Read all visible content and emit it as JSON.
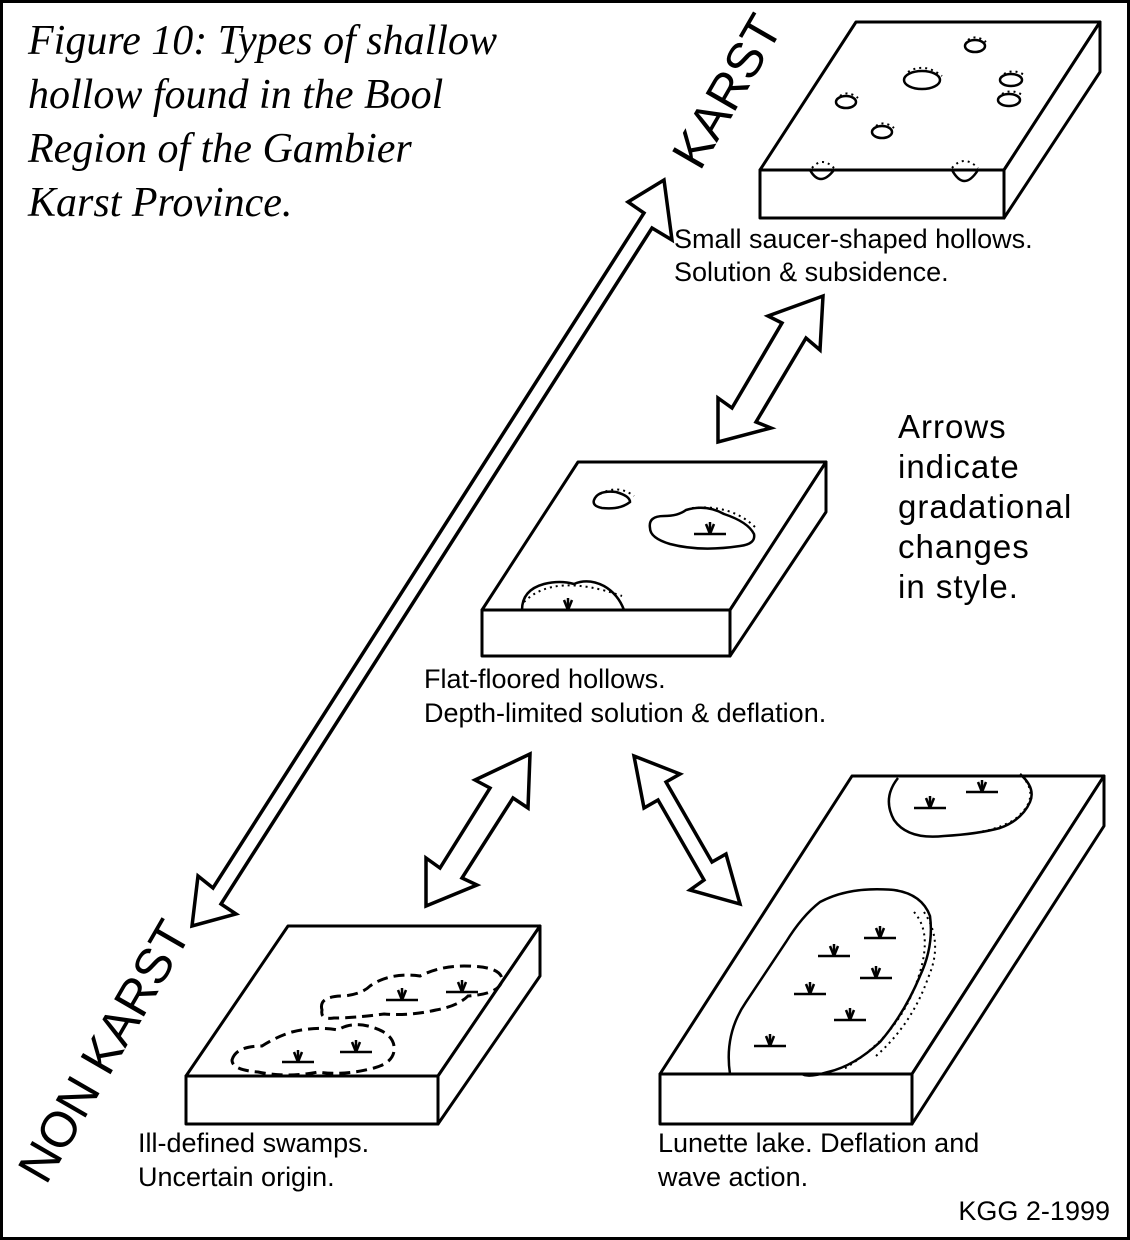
{
  "title_lines": [
    "Figure 10:  Types of shallow",
    "hollow found in the Bool",
    "Region of the Gambier",
    "Karst Province."
  ],
  "axis": {
    "top": "KARST",
    "bottom": "NON KARST"
  },
  "blocks": {
    "saucer": [
      "Small saucer-shaped hollows.",
      "Solution & subsidence."
    ],
    "flat": [
      "Flat-floored hollows.",
      "Depth-limited solution & deflation."
    ],
    "swamp": [
      "Ill-defined swamps.",
      "Uncertain origin."
    ],
    "lunette": [
      "Lunette lake.  Deflation and",
      "wave action."
    ]
  },
  "note_lines": [
    "Arrows",
    "indicate",
    "gradational",
    "changes",
    "in style."
  ],
  "credit": "KGG 2-1999"
}
